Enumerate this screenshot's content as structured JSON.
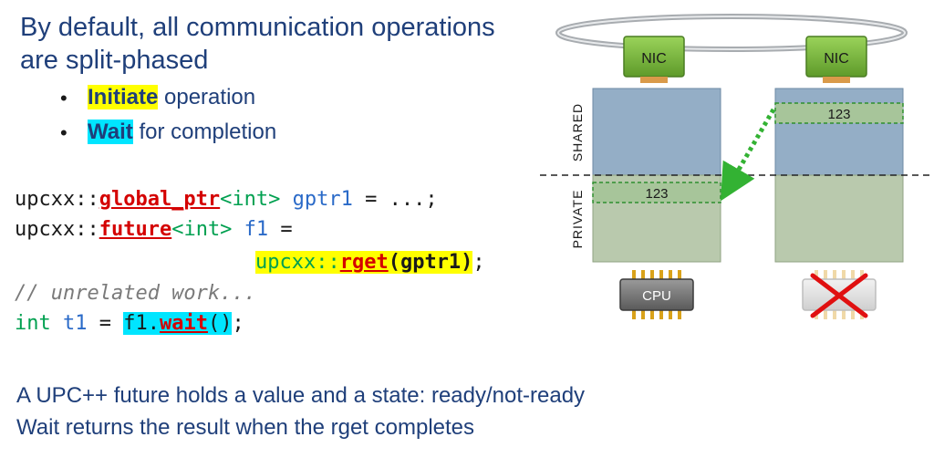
{
  "heading": {
    "line1": "By default, all communication operations",
    "line2": "are split-phased"
  },
  "bullets": [
    {
      "highlight": "Initiate",
      "rest": " operation"
    },
    {
      "highlight": "Wait",
      "rest": " for completion"
    }
  ],
  "code": {
    "l1_ns": "upcxx::",
    "l1_type": "global_ptr",
    "l1_tmpl": "<int>",
    "l1_var": " gptr1",
    "l1_rest": " = ...;",
    "l2_ns": "upcxx::",
    "l2_type": "future",
    "l2_tmpl": "<int>",
    "l2_var": " f1",
    "l2_rest": " =",
    "l3_ns": "upcxx::",
    "l3_fn": "rget",
    "l3_args": "(gptr1)",
    "l3_end": ";",
    "l4_comment": "// unrelated work...",
    "l5_int": "int",
    "l5_var": " t1",
    "l5_eq": " = ",
    "l5_obj": "f1.",
    "l5_fn": "wait",
    "l5_call": "()",
    "l5_end": ";"
  },
  "footer": {
    "line1": "A UPC++ future holds a value and a state: ready/not-ready",
    "line2": "Wait returns the result when the rget completes"
  },
  "diagram": {
    "nic_left": "NIC",
    "nic_right": "NIC",
    "shared_label": "SHARED",
    "private_label": "PRIVATE",
    "shared_value": "123",
    "private_value": "123",
    "cpu_label": "CPU",
    "colors": {
      "nic": "#7fbf3f",
      "shared": "#94aec6",
      "private": "#b9c9ad",
      "arrow": "#33b233",
      "cross": "#e01010"
    }
  }
}
